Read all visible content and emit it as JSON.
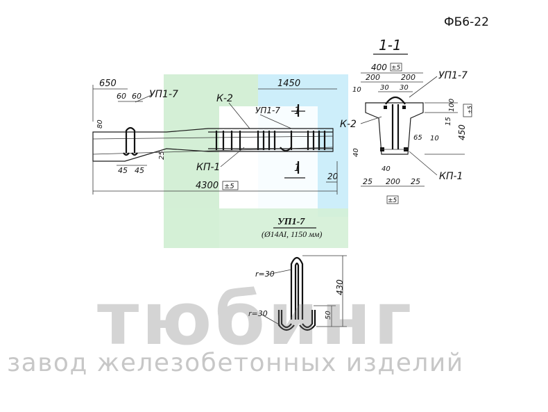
{
  "header": {
    "code": "ФБ6-22"
  },
  "section": {
    "label": "1-1"
  },
  "dimensions": {
    "d650": "650",
    "d60a": "60",
    "d60b": "60",
    "d1450": "1450",
    "d80": "80",
    "d45a": "45",
    "d45b": "45",
    "d25a": "25",
    "d4300": "4300",
    "d20": "20",
    "d400": "400",
    "d200a": "200",
    "d200b": "200",
    "d30a": "30",
    "d30b": "30",
    "d10a": "10",
    "d100": "100",
    "d15": "15",
    "d450": "450",
    "d65": "65",
    "d10b": "10",
    "d40a": "40",
    "d40b": "40",
    "d25b": "25",
    "d200c": "200",
    "d25c": "25",
    "tol": "±5"
  },
  "marks": {
    "up17_a": "УП1-7",
    "k2_a": "К-2",
    "up17_b": "УП1-7",
    "kp1_a": "КП-1",
    "section_cut_top": "1",
    "section_cut_bottom": "1",
    "up17_c": "УП1-7",
    "k2_b": "К-2",
    "kp1_b": "КП-1"
  },
  "detail": {
    "title": "УП1-7",
    "subtitle": "(Ø14АI, 1150 мм)",
    "radius_top": "r=30",
    "radius_bottom": "r=30",
    "height": "430",
    "hook": "50"
  },
  "watermark": {
    "brand": "тюбинг",
    "tagline": "завод железобетонных изделий",
    "colors": {
      "green": "#d4efd6",
      "blue": "#cdeefa"
    }
  }
}
